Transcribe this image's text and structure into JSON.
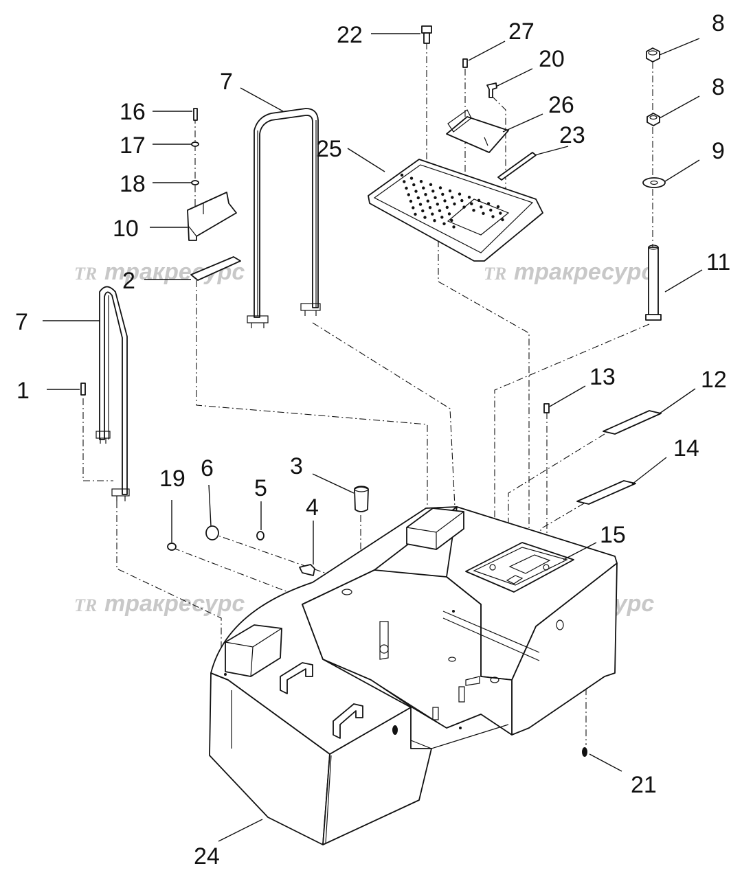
{
  "watermark": {
    "logo": "TR",
    "text": "тракресурс"
  },
  "parts": [
    {
      "id": "p1",
      "label": "1"
    },
    {
      "id": "p2",
      "label": "2"
    },
    {
      "id": "p3",
      "label": "3"
    },
    {
      "id": "p4",
      "label": "4"
    },
    {
      "id": "p5",
      "label": "5"
    },
    {
      "id": "p6",
      "label": "6"
    },
    {
      "id": "p7a",
      "label": "7"
    },
    {
      "id": "p7b",
      "label": "7"
    },
    {
      "id": "p8a",
      "label": "8"
    },
    {
      "id": "p8b",
      "label": "8"
    },
    {
      "id": "p9",
      "label": "9"
    },
    {
      "id": "p10",
      "label": "10"
    },
    {
      "id": "p11",
      "label": "11"
    },
    {
      "id": "p12",
      "label": "12"
    },
    {
      "id": "p13",
      "label": "13"
    },
    {
      "id": "p14",
      "label": "14"
    },
    {
      "id": "p15",
      "label": "15"
    },
    {
      "id": "p16",
      "label": "16"
    },
    {
      "id": "p17",
      "label": "17"
    },
    {
      "id": "p18",
      "label": "18"
    },
    {
      "id": "p19",
      "label": "19"
    },
    {
      "id": "p20",
      "label": "20"
    },
    {
      "id": "p21",
      "label": "21"
    },
    {
      "id": "p22",
      "label": "22"
    },
    {
      "id": "p23",
      "label": "23"
    },
    {
      "id": "p24",
      "label": "24"
    },
    {
      "id": "p25",
      "label": "25"
    },
    {
      "id": "p26",
      "label": "26"
    },
    {
      "id": "p27",
      "label": "27"
    }
  ]
}
